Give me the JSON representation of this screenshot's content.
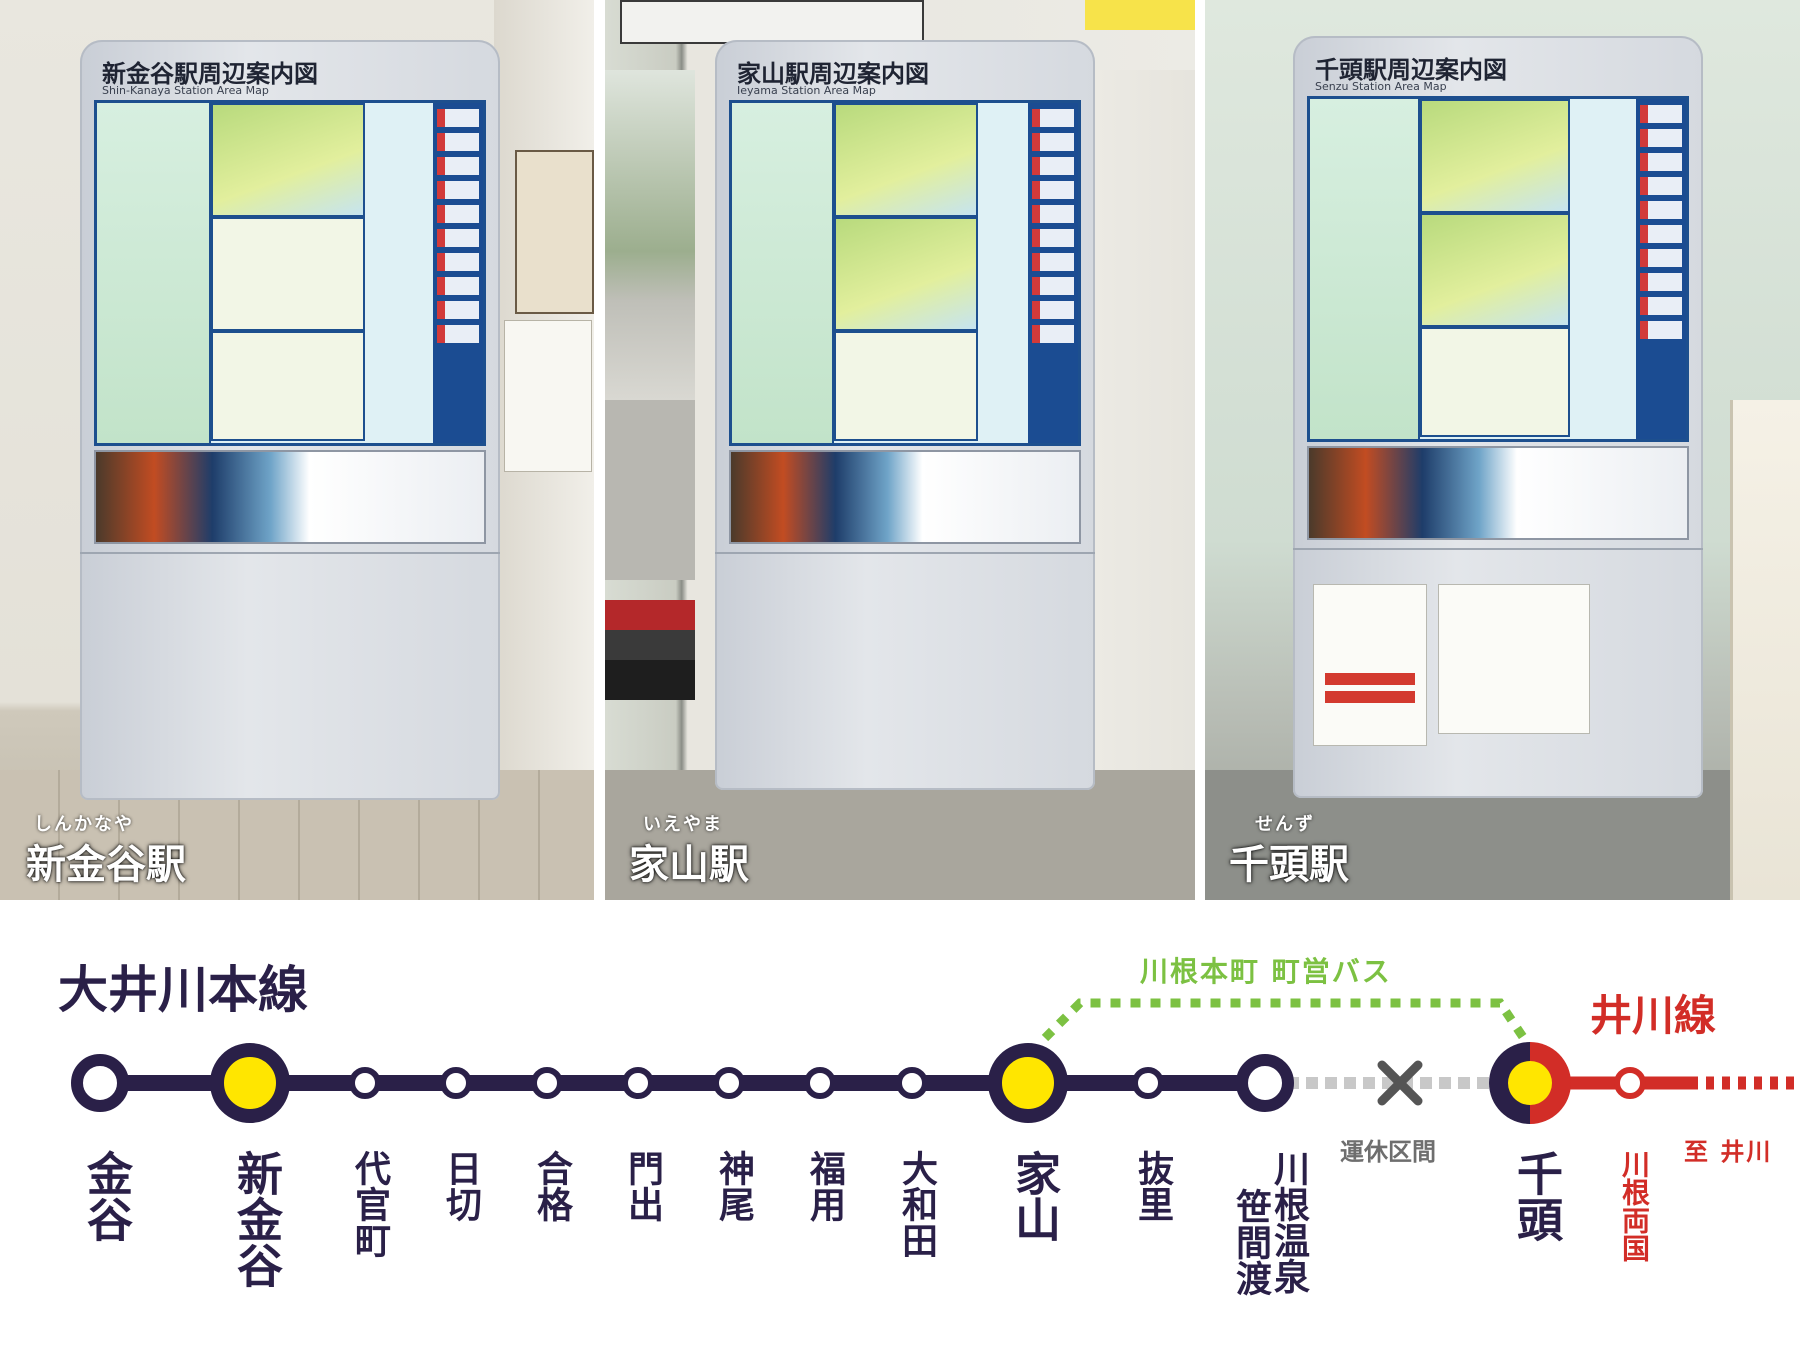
{
  "photos": [
    {
      "station_ruby": "しんかなや",
      "station_name": "新金谷駅",
      "sign_title": "新金谷駅周辺案内図",
      "sign_subtitle": "Shin-Kanaya Station Area Map"
    },
    {
      "station_ruby": "いえやま",
      "station_name": "家山駅",
      "sign_title": "家山駅周辺案内図",
      "sign_subtitle": "Ieyama Station Area Map"
    },
    {
      "station_ruby": "せんず",
      "station_name": "千頭駅",
      "sign_title": "千頭駅周辺案内図",
      "sign_subtitle": "Senzu Station Area Map"
    }
  ],
  "route": {
    "line_name": "大井川本線",
    "bus_label": "川根本町 町営バス",
    "other_line_name": "井川線",
    "suspended_label": "運休区間",
    "to_label": "至 井川",
    "colors": {
      "main_line": "#2a2048",
      "highlight_station": "#ffe600",
      "bus": "#7cc142",
      "ikawa_line": "#d22d27",
      "suspended": "#c8c8c8",
      "suspended_mark": "#555555"
    },
    "stations": [
      {
        "name": "金谷",
        "highlighted": false
      },
      {
        "name": "新金谷",
        "highlighted": true
      },
      {
        "name": "代官町",
        "highlighted": false
      },
      {
        "name": "日切",
        "highlighted": false
      },
      {
        "name": "合格",
        "highlighted": false
      },
      {
        "name": "門出",
        "highlighted": false
      },
      {
        "name": "神尾",
        "highlighted": false
      },
      {
        "name": "福用",
        "highlighted": false
      },
      {
        "name": "大和田",
        "highlighted": false
      },
      {
        "name": "家山",
        "highlighted": true
      },
      {
        "name": "抜里",
        "highlighted": false
      },
      {
        "name": "川根温泉笹間渡",
        "name_col1": "川根温泉",
        "name_col2": "笹間渡",
        "highlighted": false
      },
      {
        "name": "千頭",
        "highlighted": true
      },
      {
        "name": "川根両国",
        "highlighted": false
      }
    ]
  }
}
